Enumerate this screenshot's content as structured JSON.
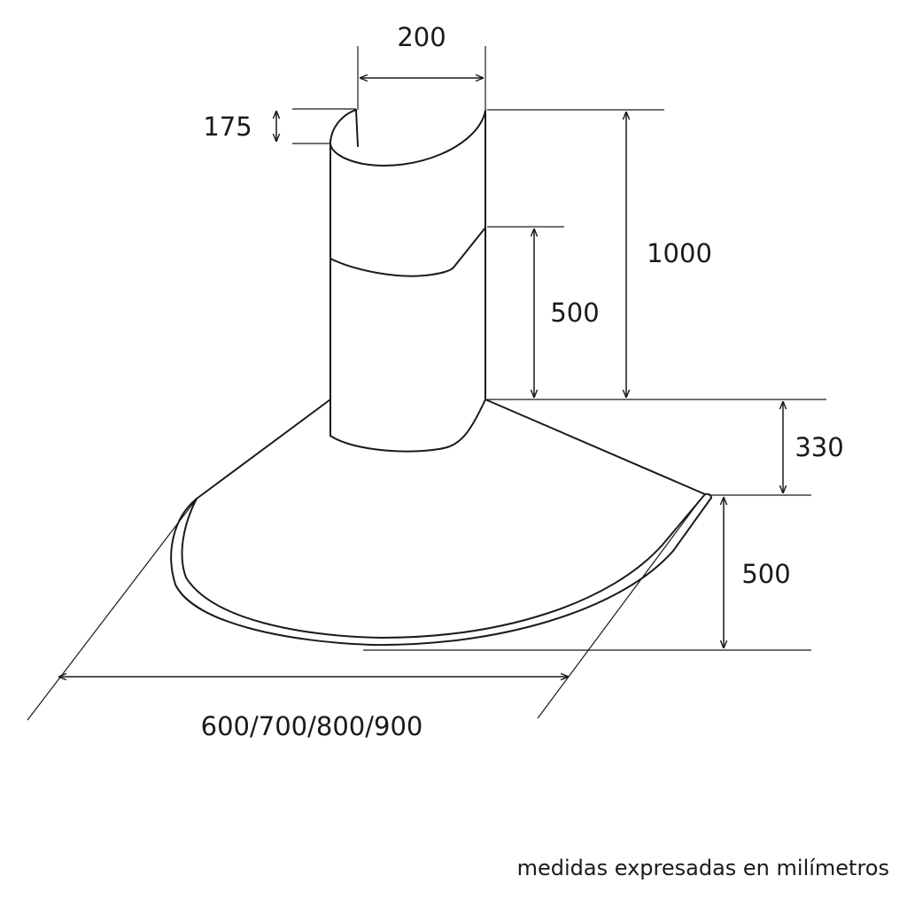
{
  "dimensions": {
    "chimney_width": "200",
    "chimney_top_depth": "175",
    "chimney_height": "1000",
    "chimney_upper_section": "500",
    "canopy_height": "330",
    "canopy_depth": "500",
    "hood_widths": "600/700/800/900"
  },
  "caption": "medidas expresadas en milímetros"
}
